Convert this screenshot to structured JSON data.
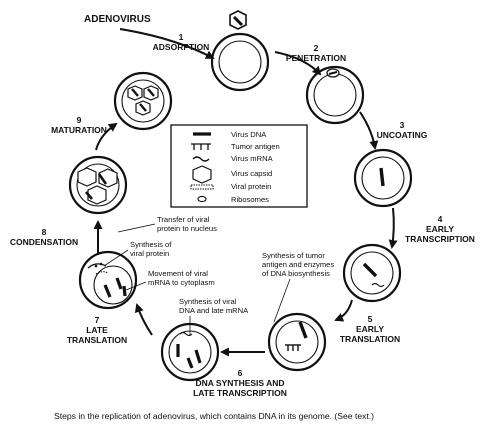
{
  "title": "ADENOVIRUS",
  "steps": [
    {
      "num": "1",
      "line1": "ADSORPTION",
      "line2": ""
    },
    {
      "num": "2",
      "line1": "PENETRATION",
      "line2": ""
    },
    {
      "num": "3",
      "line1": "UNCOATING",
      "line2": ""
    },
    {
      "num": "4",
      "line1": "EARLY",
      "line2": "TRANSCRIPTION"
    },
    {
      "num": "5",
      "line1": "EARLY",
      "line2": "TRANSLATION"
    },
    {
      "num": "6",
      "line1": "DNA SYNTHESIS AND",
      "line2": "LATE TRANSCRIPTION"
    },
    {
      "num": "7",
      "line1": "LATE",
      "line2": "TRANSLATION"
    },
    {
      "num": "8",
      "line1": "CONDENSATION",
      "line2": ""
    },
    {
      "num": "9",
      "line1": "MATURATION",
      "line2": ""
    }
  ],
  "legend": [
    {
      "icon": "virus-dna",
      "label": "Virus DNA"
    },
    {
      "icon": "tumor-antigen",
      "label": "Tumor antigen"
    },
    {
      "icon": "virus-mrna",
      "label": "Virus mRNA"
    },
    {
      "icon": "virus-capsid",
      "label": "Virus capsid"
    },
    {
      "icon": "viral-protein",
      "label": "Viral protein"
    },
    {
      "icon": "ribosome",
      "label": "Ribosomes"
    }
  ],
  "notes": {
    "transfer": [
      "Transfer of viral",
      "protein to nucleus"
    ],
    "synth_protein": [
      "Synthesis of",
      "viral protein"
    ],
    "movement": [
      "Movement of viral",
      "mRNA to cytoplasm"
    ],
    "synth_dna": [
      "Synthesis of viral",
      "DNA and late mRNA"
    ],
    "synth_tumor": [
      "Synthesis of tumor",
      "antigen and enzymes",
      "of DNA biosynthesis"
    ]
  },
  "caption": "Steps in the replication of adenovirus, which contains DNA in its genome. (See text.)"
}
